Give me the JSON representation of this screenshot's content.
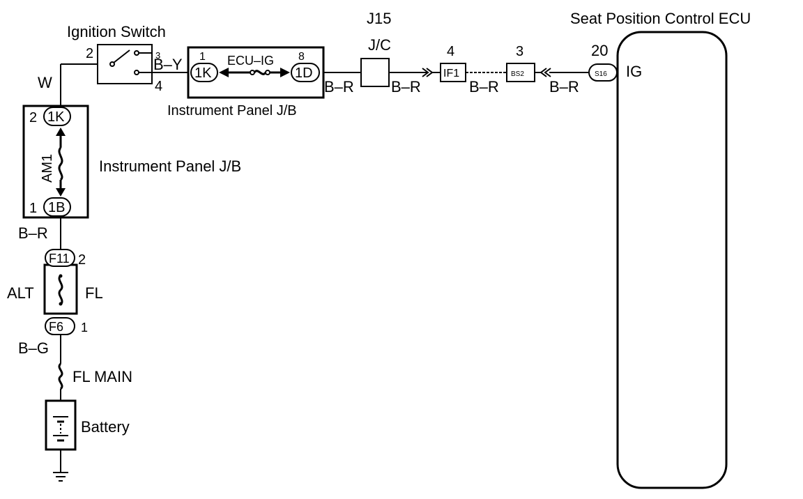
{
  "ecu": {
    "title": "Seat Position Control ECU",
    "pin_number": "20",
    "connector": "S16",
    "terminal": "IG"
  },
  "ignition_switch": {
    "title": "Ignition Switch",
    "pin_in": "2",
    "pin_out": "4",
    "wire_in": "W",
    "wire_out": "B–Y",
    "aux_pin": "3"
  },
  "ij_top": {
    "title": "Instrument Panel J/B",
    "pin_left": "1",
    "conn_left": "1K",
    "fuse": "ECU–IG",
    "pin_right": "8",
    "conn_right": "1D",
    "wire_out": "B–R"
  },
  "ij_left": {
    "title": "Instrument Panel J/B",
    "pin_top": "2",
    "conn_top": "1K",
    "fuse": "AM1",
    "pin_bottom": "1",
    "conn_bottom": "1B",
    "wire_out": "B–R"
  },
  "jc": {
    "title": "J15",
    "subtitle": "J/C",
    "wire_out": "B–R"
  },
  "if1": {
    "pin": "4",
    "label": "IF1",
    "wire_out": "B–R"
  },
  "bs2": {
    "pin": "3",
    "label": "BS2",
    "wire_out": "B–R"
  },
  "fl": {
    "conn_top": "F11",
    "pin_top": "2",
    "label_left": "ALT",
    "label_right": "FL",
    "conn_bottom": "F6",
    "pin_bottom": "1",
    "wire_out": "B–G"
  },
  "fl_main": {
    "label": "FL MAIN"
  },
  "battery": {
    "label": "Battery"
  }
}
